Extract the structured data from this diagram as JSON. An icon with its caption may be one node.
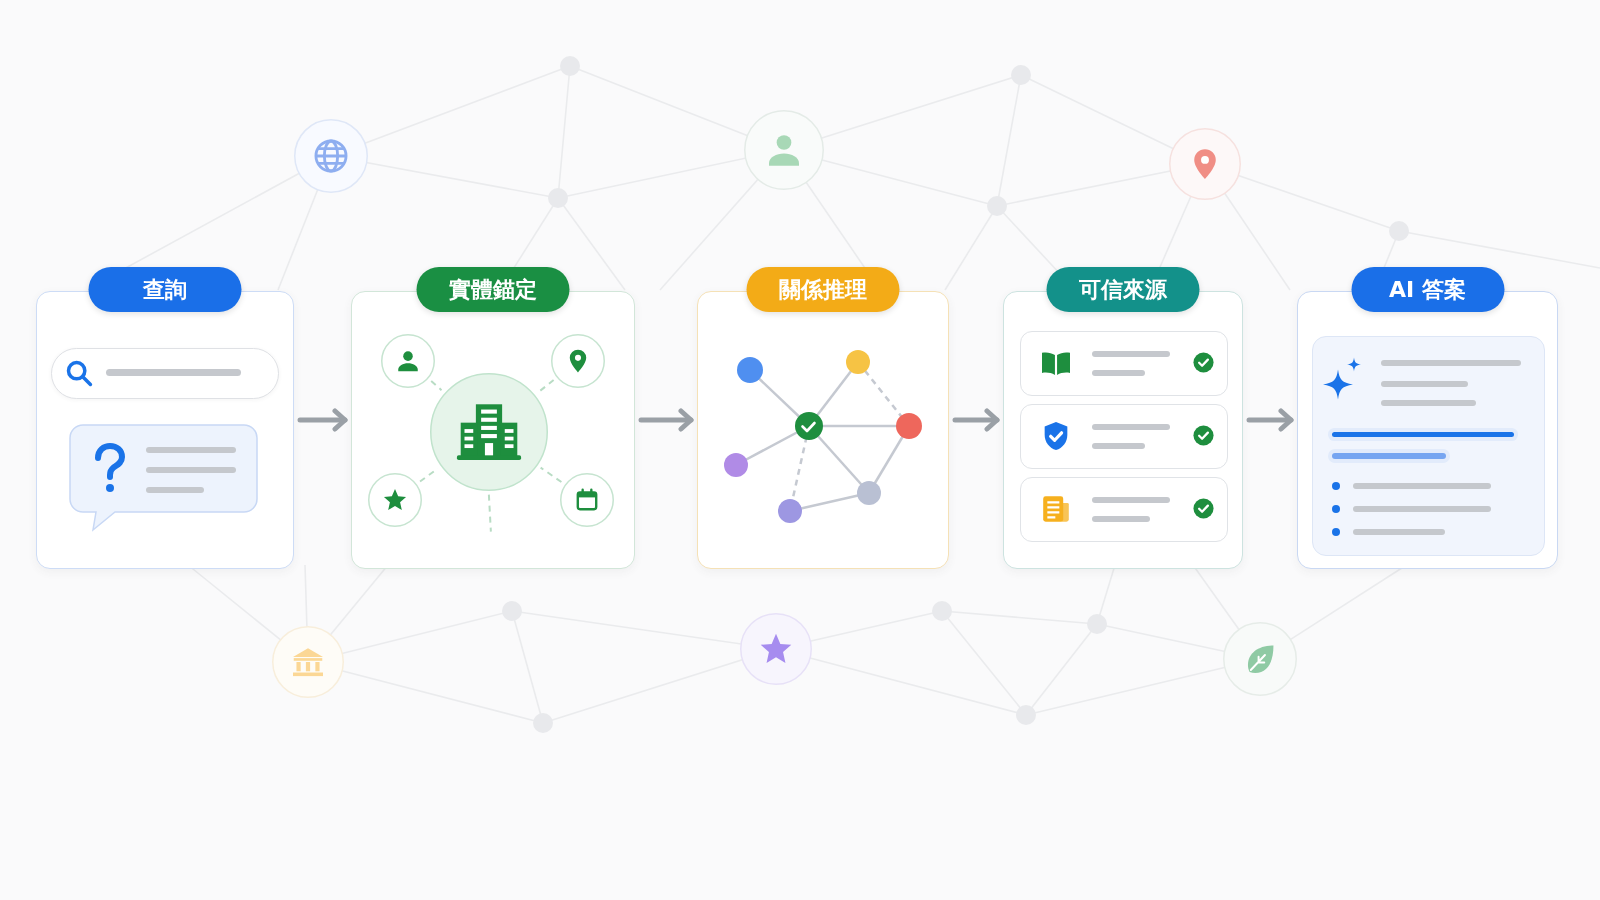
{
  "diagram": {
    "nodes": [
      {
        "text": [
          "查詢"
        ]
      },
      {
        "text": [
          "實體錨定"
        ]
      },
      {
        "text": [
          "關係推理"
        ]
      },
      {
        "text": [
          "可信來源"
        ]
      },
      {
        "text": [
          "AI 答案"
        ]
      }
    ],
    "edges": [
      {
        "from": 0,
        "to": 1,
        "arrow": "to"
      },
      {
        "from": 1,
        "to": 2,
        "arrow": "to"
      },
      {
        "from": 2,
        "to": 3,
        "arrow": "to"
      },
      {
        "from": 3,
        "to": 4,
        "arrow": "to"
      }
    ]
  }
}
